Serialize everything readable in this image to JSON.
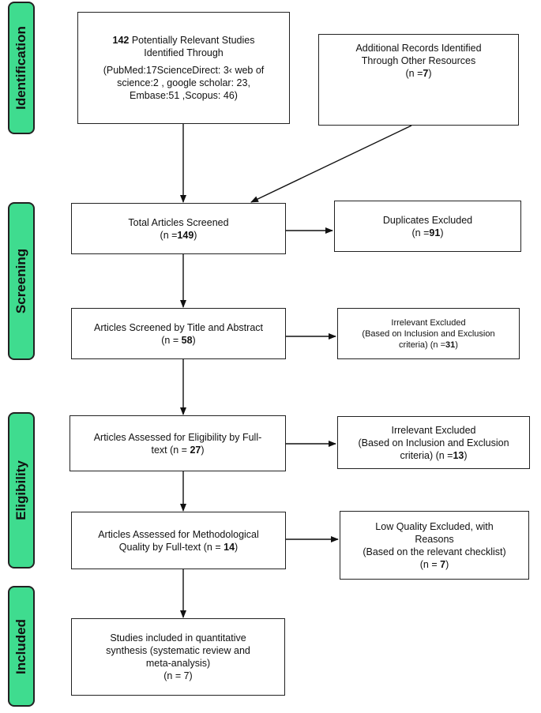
{
  "stages": {
    "identification": "Identification",
    "screening": "Screening",
    "eligibility": "Eligibility",
    "included": "Included"
  },
  "boxes": {
    "identified": {
      "count": "142",
      "title_rest": " Potentially Relevant Studies",
      "title_line2": "Identified Through",
      "sources_line1": "(PubMed:17ScienceDirect: 3‹ web of",
      "sources_line2": "science:2 , google scholar: 23,",
      "sources_line3": "Embase:51 ,Scopus: 46)"
    },
    "additional": {
      "line1": "Additional Records Identified",
      "line2": "Through Other Resources",
      "n_prefix": "(n =",
      "n_value": "7",
      "n_suffix": ")"
    },
    "screened": {
      "line1": "Total Articles Screened",
      "n_prefix": "(n =",
      "n_value": "149",
      "n_suffix": ")"
    },
    "duplicates": {
      "line1": "Duplicates Excluded",
      "n_prefix": "(n =",
      "n_value": "91",
      "n_suffix": ")"
    },
    "title_abstract": {
      "line1": "Articles Screened by Title and Abstract",
      "n_prefix": "(n = ",
      "n_value": "58",
      "n_suffix": ")"
    },
    "irrelevant1": {
      "line1": "Irrelevant Excluded",
      "line2": "(Based on Inclusion and Exclusion",
      "line3_prefix": "criteria)  (n =",
      "n_value": "31",
      "n_suffix": ")"
    },
    "eligibility": {
      "line1": "Articles Assessed for Eligibility by Full-",
      "line2_prefix": "text (n = ",
      "n_value": "27",
      "n_suffix": ")"
    },
    "irrelevant2": {
      "line1": "Irrelevant Excluded",
      "line2": "(Based on Inclusion and Exclusion",
      "line3_prefix": "criteria) (n =",
      "n_value": "13",
      "n_suffix": ")"
    },
    "methodological": {
      "line1": "Articles Assessed for Methodological",
      "line2_prefix": "Quality by Full-text (n = ",
      "n_value": "14",
      "n_suffix": ")"
    },
    "low_quality": {
      "line1": "Low Quality Excluded, with",
      "line2": "Reasons",
      "line3": "(Based on the relevant checklist)",
      "n_prefix": "(n = ",
      "n_value": "7",
      "n_suffix": ")"
    },
    "included": {
      "line1": "Studies included in quantitative",
      "line2": "synthesis (systematic review and",
      "line3": "meta-analysis)",
      "n_line": "(n = 7)"
    }
  }
}
